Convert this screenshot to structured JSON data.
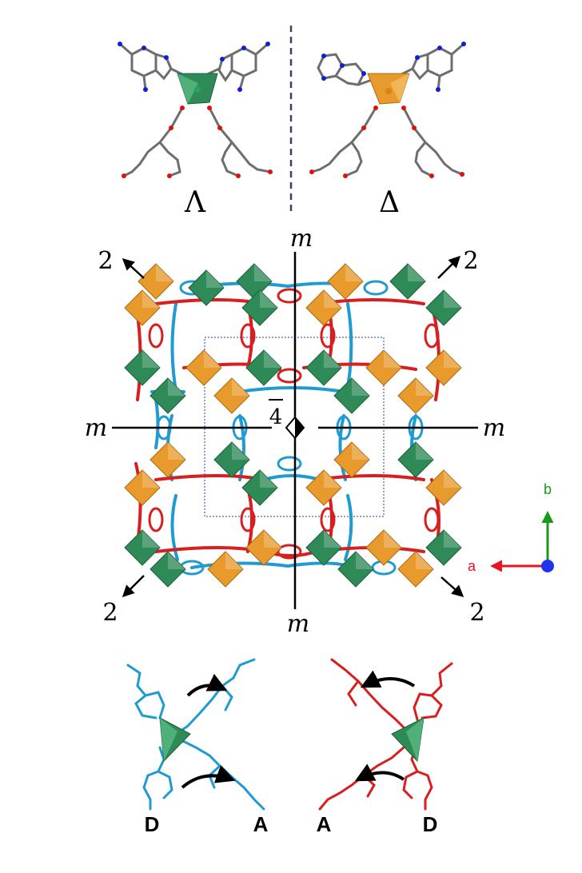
{
  "top_panel": {
    "left_label": "Λ",
    "right_label": "Δ"
  },
  "framework": {
    "mirror_label": "m",
    "twofold_label": "2",
    "inversion_axis_label": "4",
    "inversion_bar": "‾"
  },
  "axes": {
    "a_label": "a",
    "b_label": "b",
    "a_color": "#e8141e",
    "b_color": "#1a9a1a",
    "c_color": "#2233ee"
  },
  "bottom_panel": {
    "left_donor": "D",
    "left_acceptor": "A",
    "right_acceptor": "A",
    "right_donor": "D"
  },
  "colors": {
    "green_polyhedron": "#2e8b57",
    "orange_polyhedron": "#e89a2c",
    "blue_ligand": "#1f9bd1",
    "red_ligand": "#d81e1e",
    "nitrogen": "#1020d0",
    "oxygen": "#e01010",
    "carbon": "#6e6e6e",
    "dashed_divider": "#334466",
    "unit_cell": "#3333aa"
  }
}
